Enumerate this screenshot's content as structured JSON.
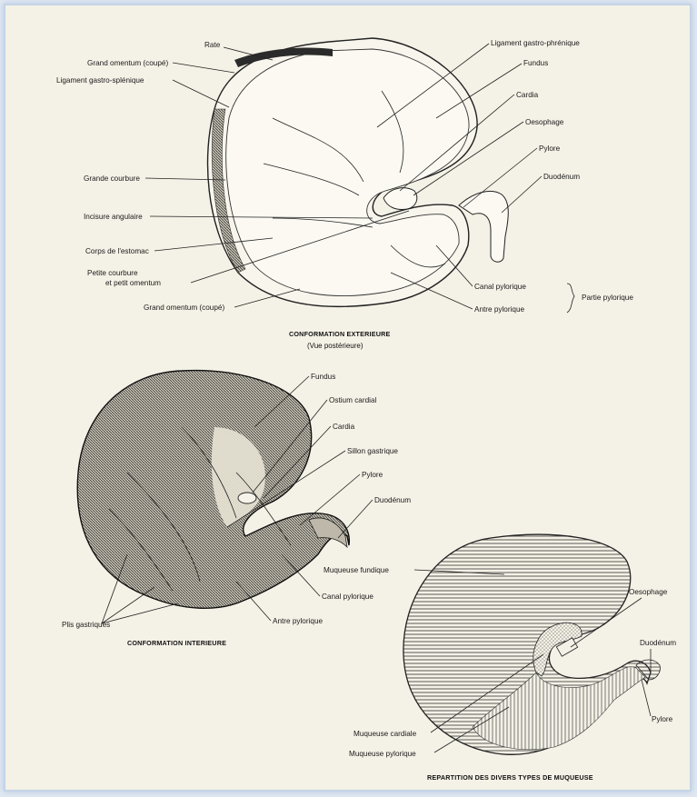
{
  "fig1": {
    "caption": "CONFORMATION EXTERIEURE",
    "caption_sub": "(Vue postérieure)",
    "labels": {
      "rate": "Rate",
      "grand_omentum_coupe": "Grand omentum (coupé)",
      "ligament_gastro_splenique": "Ligament gastro-splénique",
      "grande_courbure": "Grande courbure",
      "incisure_angulaire": "Incisure angulaire",
      "corps_estomac": "Corps de l'estomac",
      "petite_courbure_1": "Petite courbure",
      "petite_courbure_2": "et petit omentum",
      "grand_omentum_coupe_bas": "Grand omentum (coupé)",
      "ligament_gastro_phrenique": "Ligament gastro-phrénique",
      "fundus": "Fundus",
      "cardia": "Cardia",
      "oesophage": "Oesophage",
      "pylore": "Pylore",
      "duodenum": "Duodénum",
      "canal_pylorique": "Canal pylorique",
      "antre_pylorique": "Antre pylorique",
      "partie_pylorique": "Partie pylorique"
    }
  },
  "fig2": {
    "caption": "CONFORMATION INTERIEURE",
    "labels": {
      "fundus": "Fundus",
      "ostium_cardial": "Ostium cardial",
      "cardia": "Cardia",
      "sillon_gastrique": "Sillon gastrique",
      "pylore": "Pylore",
      "duodenum": "Duodénum",
      "canal_pylorique": "Canal pylorique",
      "antre_pylorique": "Antre pylorique",
      "plis_gastriques": "Plis gastriques"
    }
  },
  "fig3": {
    "caption": "REPARTITION DES DIVERS TYPES DE MUQUEUSE",
    "labels": {
      "muqueuse_fundique": "Muqueuse fundique",
      "oesophage": "Oesophage",
      "duodenum": "Duodénum",
      "pylore": "Pylore",
      "muqueuse_cardiale": "Muqueuse cardiale",
      "muqueuse_pylorique": "Muqueuse pylorique"
    }
  }
}
